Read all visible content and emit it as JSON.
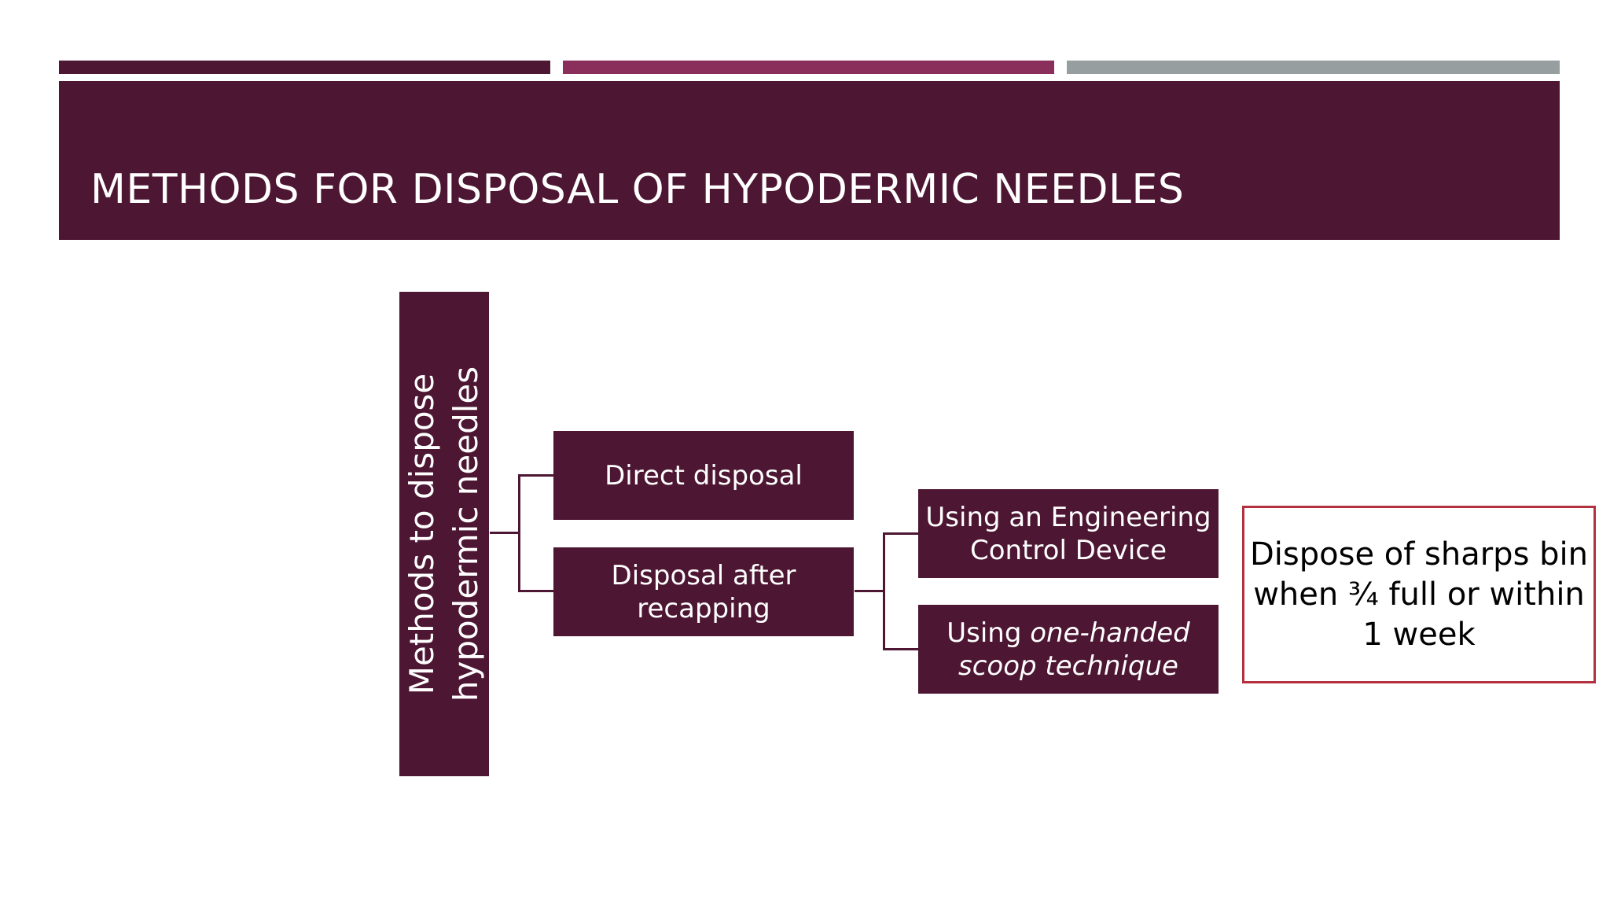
{
  "header": {
    "title": "METHODS FOR DISPOSAL OF HYPODERMIC NEEDLES"
  },
  "diagram": {
    "root": {
      "line1": "Methods to dispose",
      "line2": "hypodermic needles"
    },
    "level1": [
      {
        "label": "Direct disposal"
      },
      {
        "line1": "Disposal after",
        "line2": "recapping"
      }
    ],
    "level2": [
      {
        "line1": "Using an Engineering",
        "line2": "Control Device"
      },
      {
        "prefix": "Using ",
        "italic1": "one-handed",
        "italic2": "scoop technique"
      }
    ],
    "note": {
      "line1": "Dispose of sharps",
      "line2": "bin",
      "line3": "when ¾ full or within",
      "line4": "1 week"
    }
  },
  "colors": {
    "primary": "#4d1632",
    "accent": "#8a2e5c",
    "gray": "#969ea0",
    "note_border": "#b3303f"
  }
}
